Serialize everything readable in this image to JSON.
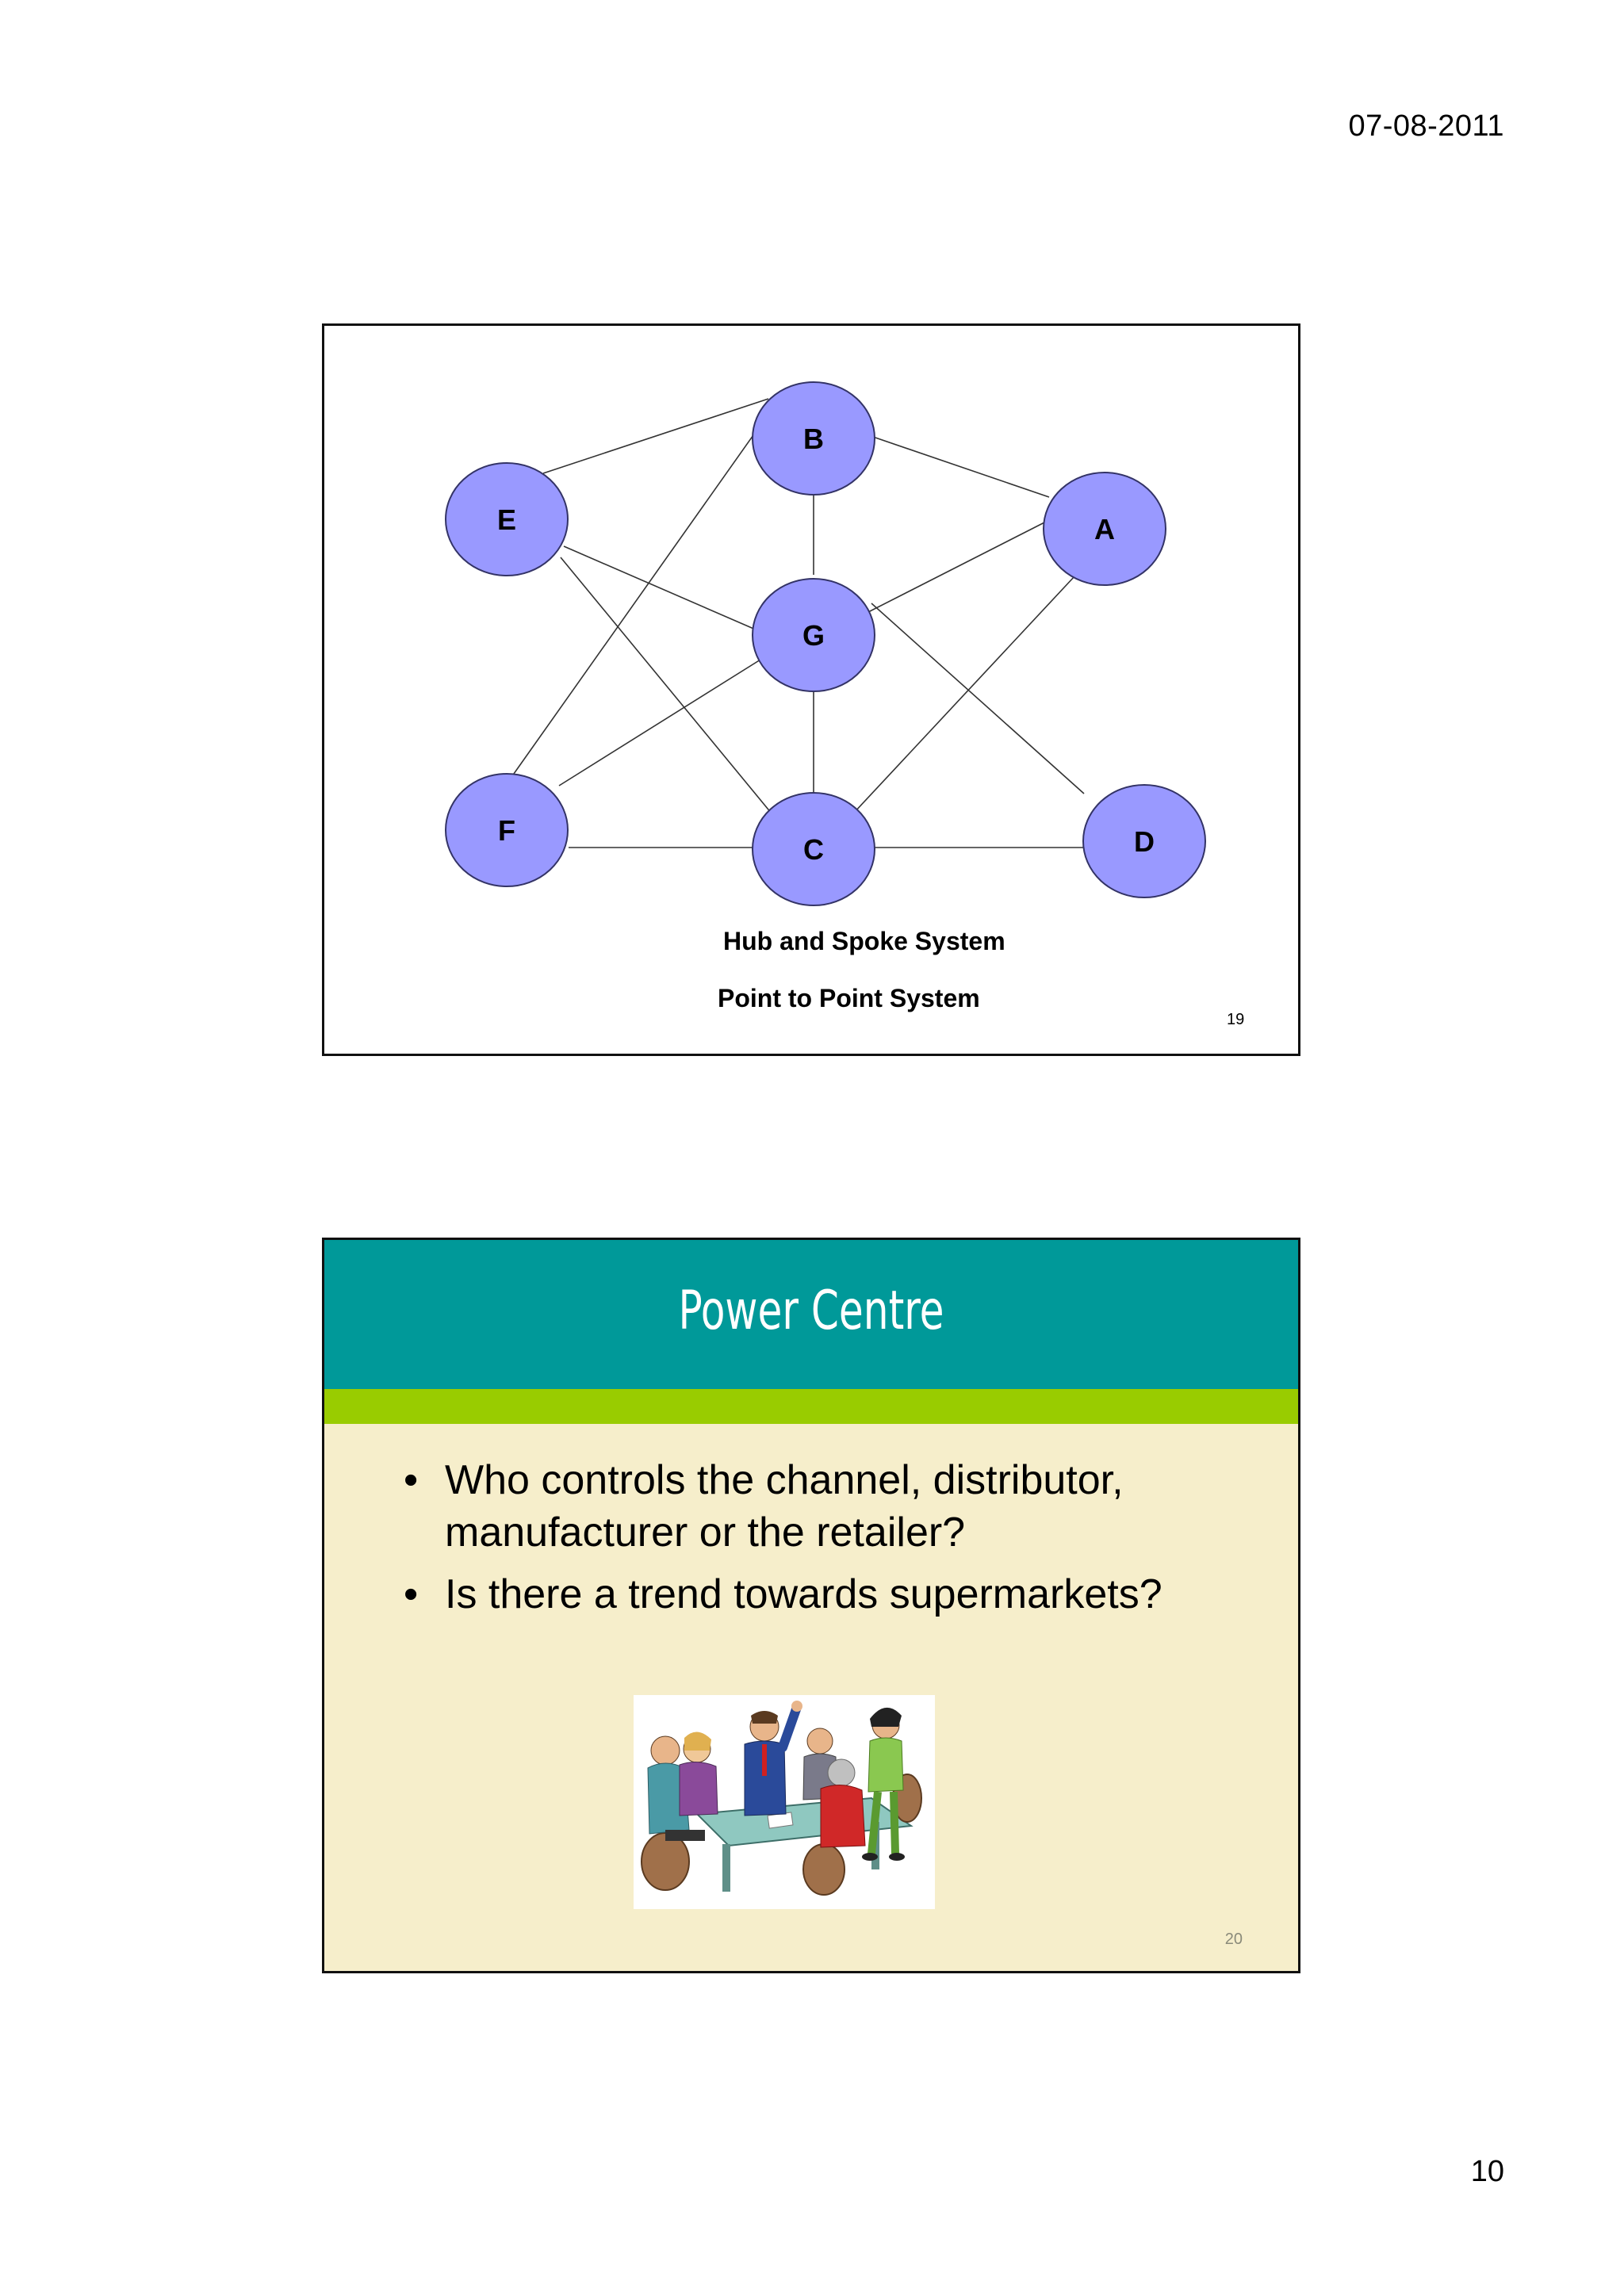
{
  "header": {
    "date": "07-08-2011"
  },
  "footer": {
    "page_number": "10"
  },
  "slide19": {
    "nodes": [
      "B",
      "E",
      "A",
      "G",
      "F",
      "C",
      "D"
    ],
    "caption_hub": "Hub and Spoke System",
    "caption_p2p": "Point to Point System",
    "slide_number": "19",
    "colors": {
      "node_fill": "#9999ff",
      "node_stroke": "#333366",
      "edge": "#333333"
    }
  },
  "slide20": {
    "title": "Power Centre",
    "bullets": [
      "Who controls the channel, distributor, manufacturer or the retailer?",
      "Is there a trend towards supermarkets?"
    ],
    "slide_number": "20",
    "colors": {
      "title_band": "#009999",
      "accent_band": "#99cc00",
      "body_bg": "#f6eecb"
    }
  }
}
